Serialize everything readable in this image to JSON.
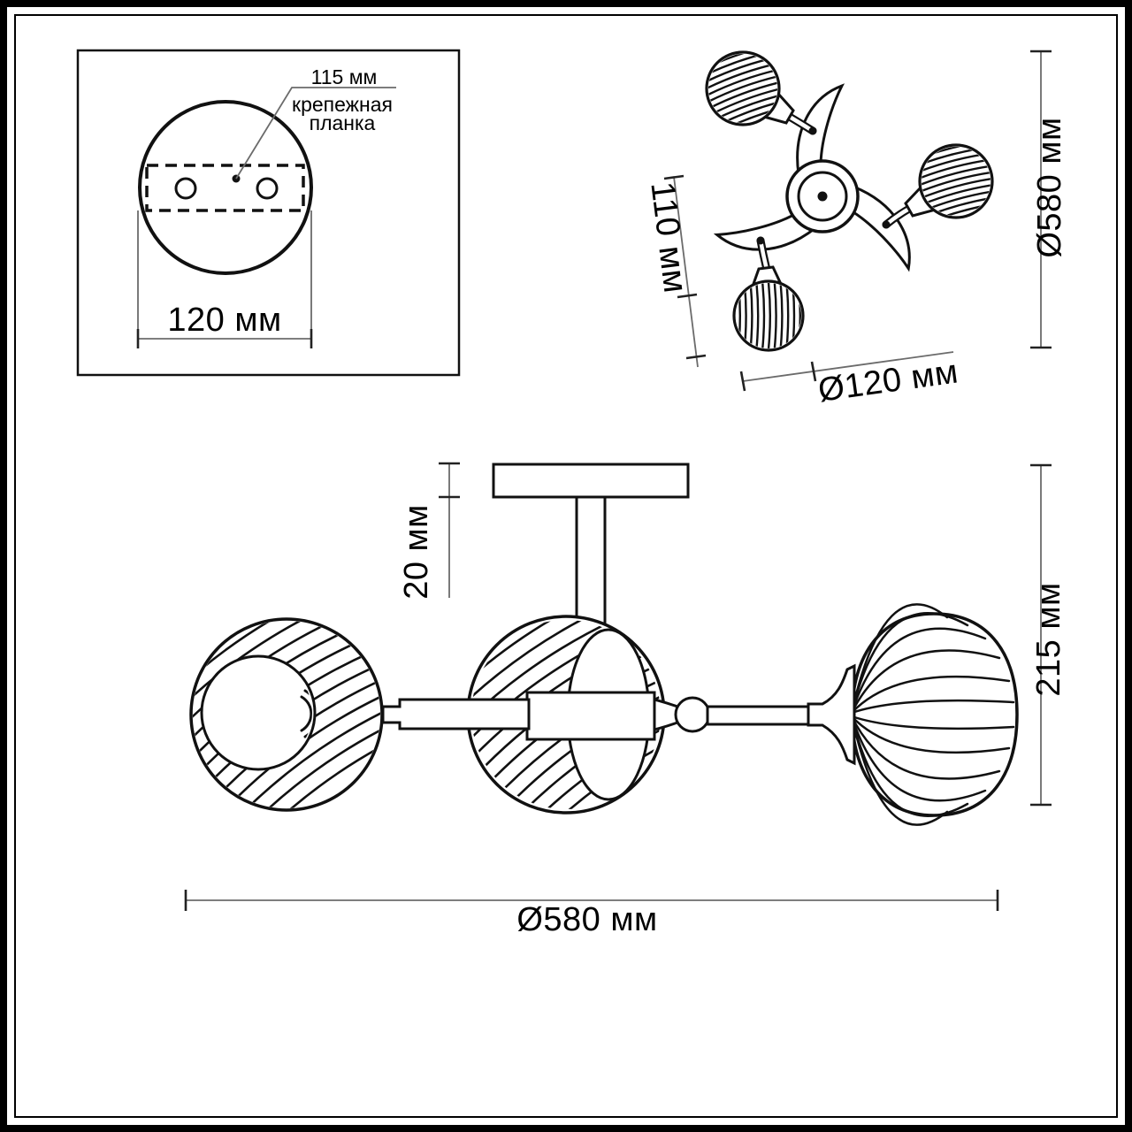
{
  "colors": {
    "line": "#111111",
    "dim_line": "#6b6b6b",
    "background": "#ffffff"
  },
  "mounting_view": {
    "plate_offset_dim": "115 мм",
    "bracket_label_line1": "крепежная",
    "bracket_label_line2": "планка",
    "plate_width_dim": "120 мм"
  },
  "top_view": {
    "shade_drop_dim": "110 мм",
    "fixture_diameter_dim": "Ø580 мм",
    "shade_diameter_dim": "Ø120 мм"
  },
  "side_view": {
    "canopy_height_dim": "20 мм",
    "fixture_height_dim": "215 мм",
    "fixture_width_dim": "Ø580 мм"
  }
}
